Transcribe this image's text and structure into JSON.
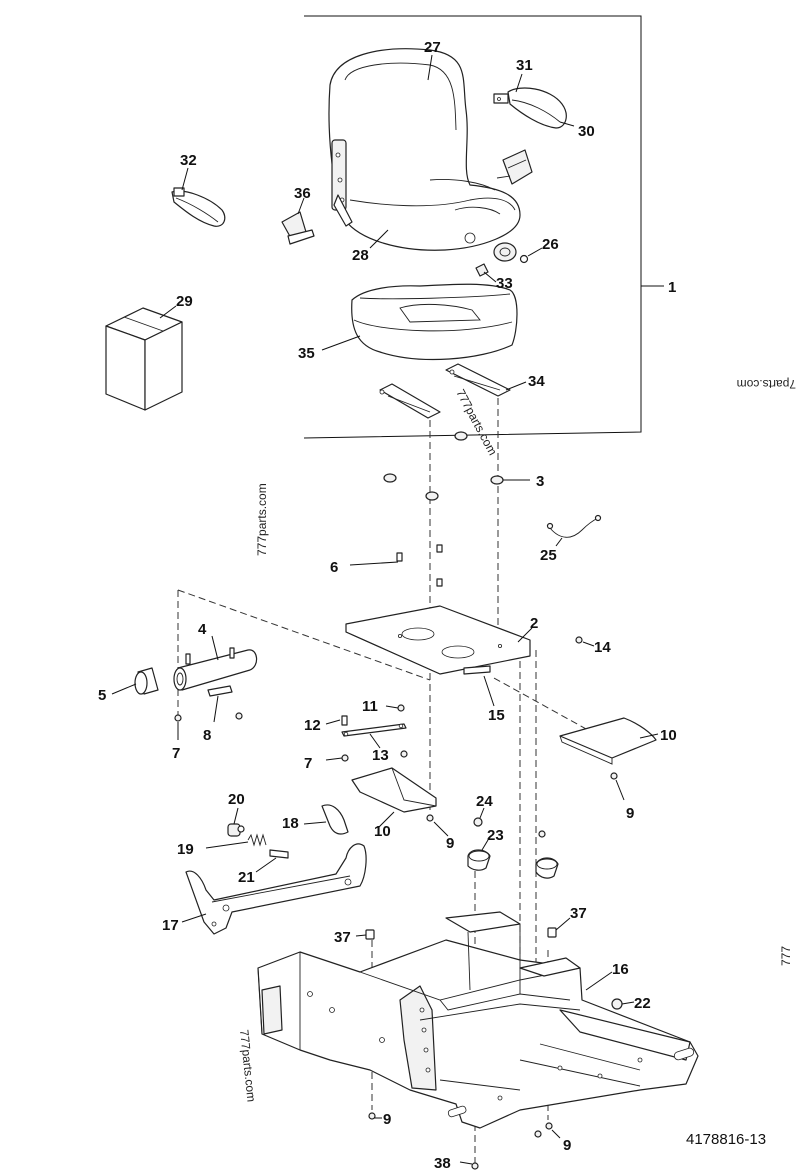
{
  "figure_number": "4178816-13",
  "watermarks": [
    "777parts.com",
    "777parts.com",
    "777parts.com",
    "7parts.com",
    "777"
  ],
  "callouts": [
    {
      "id": "c1",
      "label": "1"
    },
    {
      "id": "c2",
      "label": "2"
    },
    {
      "id": "c3",
      "label": "3"
    },
    {
      "id": "c4",
      "label": "4"
    },
    {
      "id": "c5",
      "label": "5"
    },
    {
      "id": "c6",
      "label": "6"
    },
    {
      "id": "c7a",
      "label": "7"
    },
    {
      "id": "c7b",
      "label": "7"
    },
    {
      "id": "c8",
      "label": "8"
    },
    {
      "id": "c9a",
      "label": "9"
    },
    {
      "id": "c9b",
      "label": "9"
    },
    {
      "id": "c9c",
      "label": "9"
    },
    {
      "id": "c9d",
      "label": "9"
    },
    {
      "id": "c10a",
      "label": "10"
    },
    {
      "id": "c10b",
      "label": "10"
    },
    {
      "id": "c11",
      "label": "11"
    },
    {
      "id": "c12",
      "label": "12"
    },
    {
      "id": "c13",
      "label": "13"
    },
    {
      "id": "c14",
      "label": "14"
    },
    {
      "id": "c15",
      "label": "15"
    },
    {
      "id": "c16",
      "label": "16"
    },
    {
      "id": "c17",
      "label": "17"
    },
    {
      "id": "c18",
      "label": "18"
    },
    {
      "id": "c19",
      "label": "19"
    },
    {
      "id": "c20",
      "label": "20"
    },
    {
      "id": "c21",
      "label": "21"
    },
    {
      "id": "c22",
      "label": "22"
    },
    {
      "id": "c23",
      "label": "23"
    },
    {
      "id": "c24",
      "label": "24"
    },
    {
      "id": "c25",
      "label": "25"
    },
    {
      "id": "c26",
      "label": "26"
    },
    {
      "id": "c27",
      "label": "27"
    },
    {
      "id": "c28",
      "label": "28"
    },
    {
      "id": "c29",
      "label": "29"
    },
    {
      "id": "c30",
      "label": "30"
    },
    {
      "id": "c31",
      "label": "31"
    },
    {
      "id": "c32",
      "label": "32"
    },
    {
      "id": "c33",
      "label": "33"
    },
    {
      "id": "c34",
      "label": "34"
    },
    {
      "id": "c35",
      "label": "35"
    },
    {
      "id": "c36",
      "label": "36"
    },
    {
      "id": "c37a",
      "label": "37"
    },
    {
      "id": "c37b",
      "label": "37"
    },
    {
      "id": "c38",
      "label": "38"
    }
  ]
}
